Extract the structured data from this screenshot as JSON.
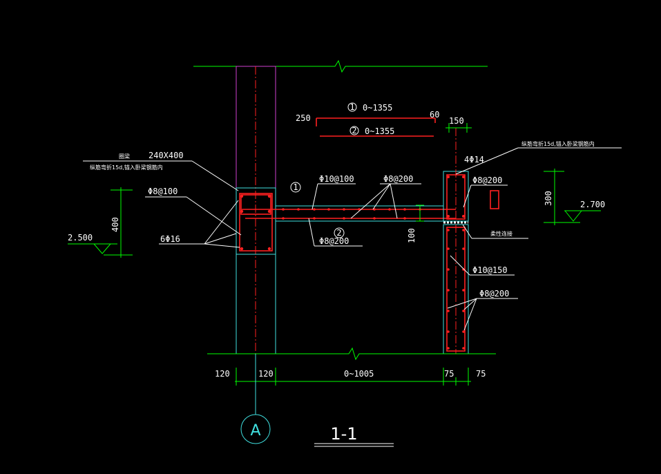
{
  "drawing": {
    "title": "1-1",
    "axis_label": "A",
    "labels": {
      "ring_beam": "圈梁",
      "ring_beam_size": "240X400",
      "ring_beam_note": "纵筋弯折15d,锚入卧梁钢筋内",
      "right_note": "纵筋弯折15d,锚入卧梁钢筋内",
      "stirrup_left": "Φ8@100",
      "bars_left": "6Φ16",
      "rebar_top": "Φ10@100",
      "rebar_mid": "Φ8@200",
      "rebar_bottom": "Φ8@200",
      "rebar_right_top": "Φ8@200",
      "col_main": "4Φ14",
      "col_v": "Φ10@150",
      "col_h": "Φ8@200",
      "flex_joint": "柔性连接",
      "dim_slab": "100",
      "dim_right_300": "300",
      "dim_left_400": "400",
      "level_left": "2.500",
      "level_right": "2.700",
      "top_150": "150",
      "tag1_num": "1",
      "tag1_text": "0~1355",
      "tag2_num": "2",
      "tag2_text": "0~1355",
      "dim_250": "250",
      "dim_60": "60",
      "bar1_num": "1",
      "bar2_num": "2",
      "bottom_dims": [
        "120",
        "120",
        "0~1005",
        "75",
        "75"
      ]
    },
    "colors": {
      "green": "#00ff00",
      "cyan": "#40e0e0",
      "red": "#ff2020",
      "magenta": "#d040d0",
      "white": "#ffffff",
      "background": "#000000"
    }
  }
}
